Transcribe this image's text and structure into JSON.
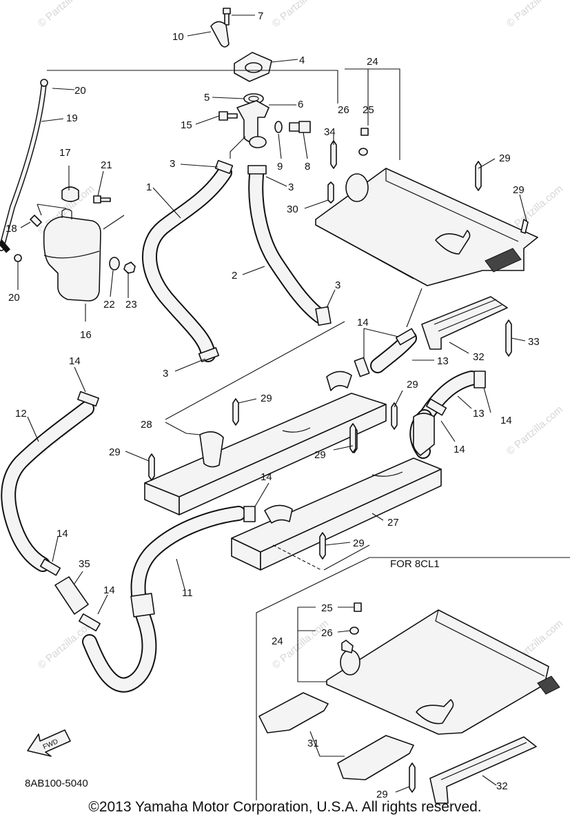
{
  "labels": {
    "l1": "1",
    "l2": "2",
    "l3a": "3",
    "l3b": "3",
    "l3c": "3",
    "l3d": "3",
    "l4": "4",
    "l5": "5",
    "l6": "6",
    "l7": "7",
    "l8": "8",
    "l9": "9",
    "l10": "10",
    "l11": "11",
    "l12": "12",
    "l13a": "13",
    "l13b": "13",
    "l14a": "14",
    "l14b": "14",
    "l14c": "14",
    "l14d": "14",
    "l14e": "14",
    "l14f": "14",
    "l14g": "14",
    "l15": "15",
    "l16": "16",
    "l17": "17",
    "l18": "18",
    "l19": "19",
    "l20a": "20",
    "l20b": "20",
    "l21": "21",
    "l22": "22",
    "l23": "23",
    "l24a": "24",
    "l24b": "24",
    "l25a": "25",
    "l25b": "25",
    "l26a": "26",
    "l26b": "26",
    "l27": "27",
    "l28": "28",
    "l29a": "29",
    "l29b": "29",
    "l29c": "29",
    "l29d": "29",
    "l29e": "29",
    "l29f": "29",
    "l29g": "29",
    "l29h": "29",
    "l30": "30",
    "l31": "31",
    "l32a": "32",
    "l32b": "32",
    "l33": "33",
    "l34": "34",
    "l35": "35"
  },
  "inset_title": "FOR 8CL1",
  "fwd_label": "FWD",
  "diagram_code": "8AB100-5040",
  "watermark": "© Partzilla.com",
  "copyright": "©2013 Yamaha Motor Corporation, U.S.A. All rights reserved."
}
